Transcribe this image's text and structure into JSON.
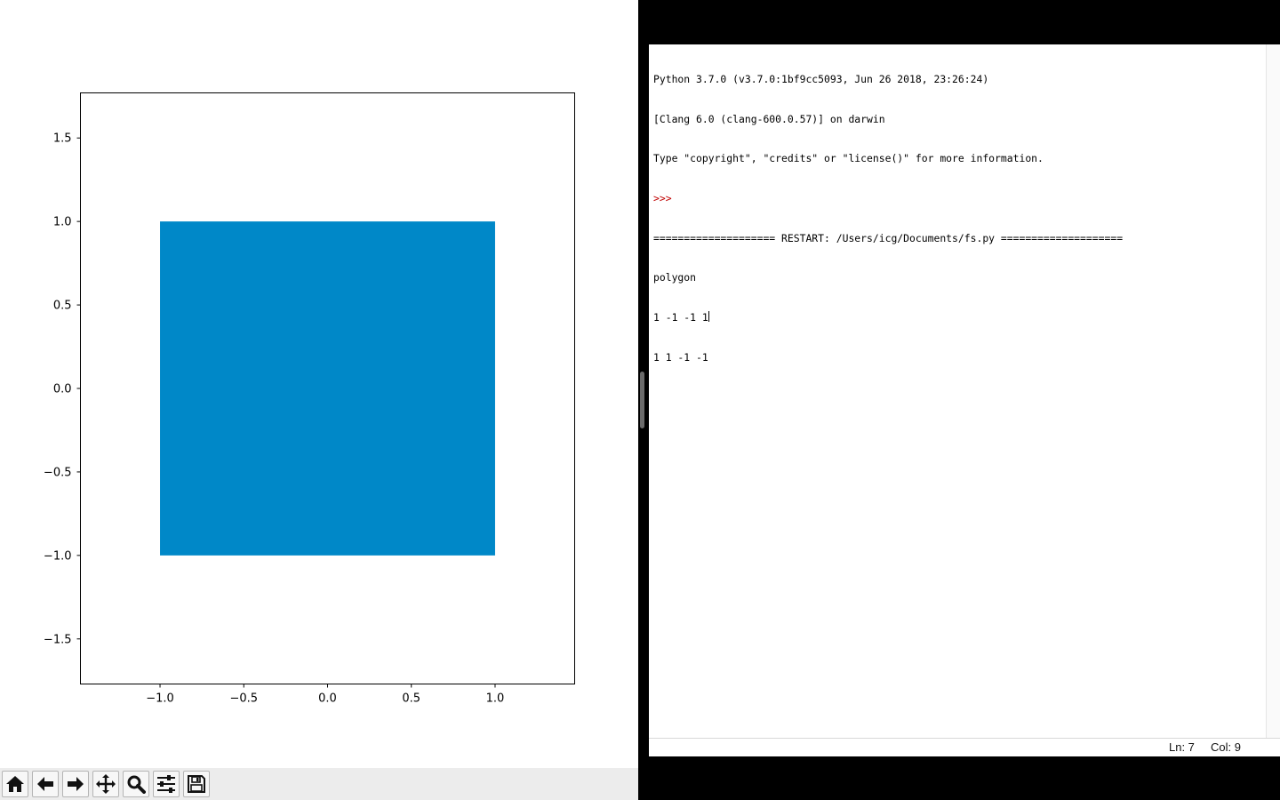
{
  "figure": {
    "chart_data": {
      "type": "area",
      "xlim": [
        -1.475,
        1.475
      ],
      "ylim": [
        -1.77,
        1.77
      ],
      "x_ticks": [
        -1.0,
        -0.5,
        0.0,
        0.5,
        1.0
      ],
      "y_ticks": [
        -1.5,
        -1.0,
        -0.5,
        0.0,
        0.5,
        1.0,
        1.5
      ],
      "x_tick_labels": [
        "−1.0",
        "−0.5",
        "0.0",
        "0.5",
        "1.0"
      ],
      "y_tick_labels": [
        "−1.5",
        "−1.0",
        "−0.5",
        "0.0",
        "0.5",
        "1.0",
        "1.5"
      ],
      "series": [
        {
          "x": [
            1,
            -1,
            -1,
            1
          ],
          "y": [
            1,
            1,
            -1,
            -1
          ],
          "color": "#0088c8"
        }
      ],
      "grid": false
    },
    "toolbar": {
      "buttons": [
        {
          "name": "home-icon",
          "title": "Home"
        },
        {
          "name": "back-icon",
          "title": "Back"
        },
        {
          "name": "forward-icon",
          "title": "Forward"
        },
        {
          "name": "pan-icon",
          "title": "Pan"
        },
        {
          "name": "zoom-icon",
          "title": "Zoom"
        },
        {
          "name": "configure-subplots-icon",
          "title": "Configure subplots"
        },
        {
          "name": "save-icon",
          "title": "Save"
        }
      ]
    }
  },
  "shell": {
    "lines": [
      "Python 3.7.0 (v3.7.0:1bf9cc5093, Jun 26 2018, 23:26:24)",
      "[Clang 6.0 (clang-600.0.57)] on darwin",
      "Type \"copyright\", \"credits\" or \"license()\" for more information."
    ],
    "prompt": ">>>",
    "restart_line": "==================== RESTART: /Users/icg/Documents/fs.py ====================",
    "output_line": "polygon",
    "input_line": "1 -1 -1 1",
    "last_line": "1 1 -1 -1",
    "status": {
      "ln": "Ln: 7",
      "col": "Col: 9"
    }
  }
}
